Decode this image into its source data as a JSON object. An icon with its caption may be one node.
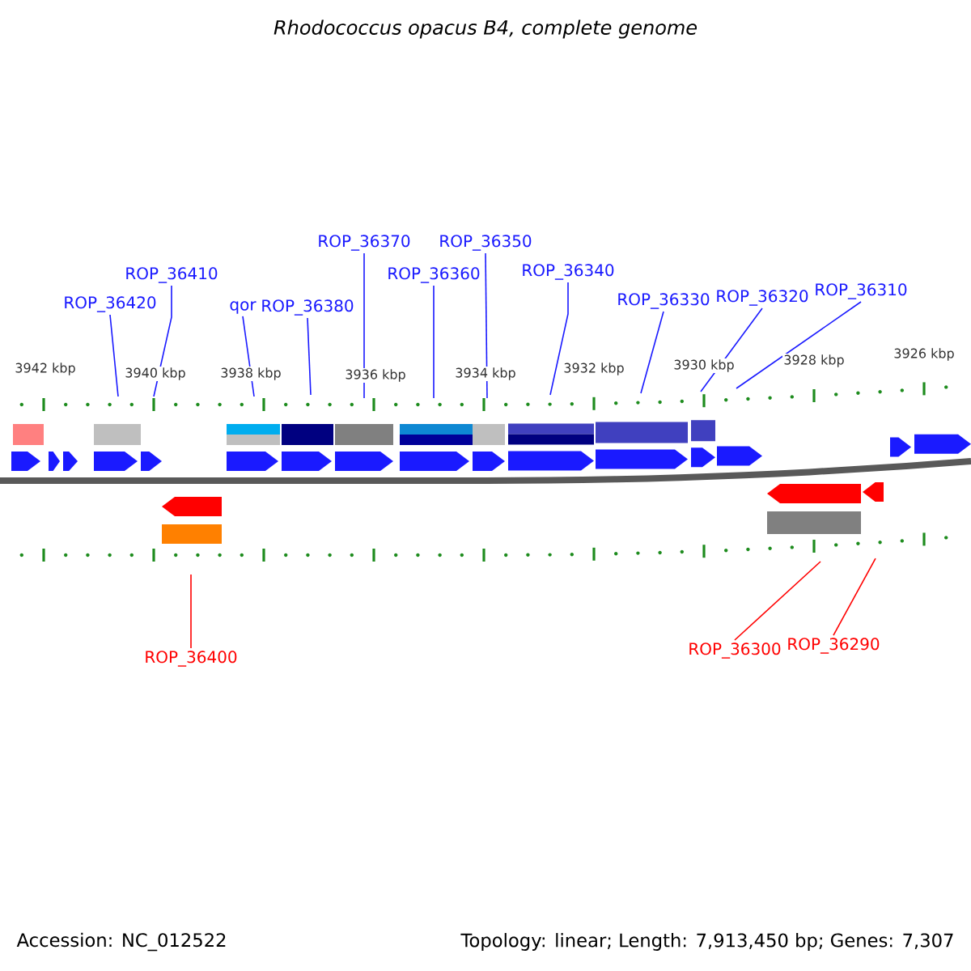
{
  "diagram": {
    "title": "Rhodococcus opacus B4, complete genome",
    "nodes": [
      {
        "text": [
          "ROP_36420"
        ]
      },
      {
        "text": [
          "ROP_36410"
        ]
      },
      {
        "text": [
          "qor"
        ]
      },
      {
        "text": [
          "ROP_36380"
        ]
      },
      {
        "text": [
          "ROP_36370"
        ]
      },
      {
        "text": [
          "ROP_36360"
        ]
      },
      {
        "text": [
          "ROP_36350"
        ]
      },
      {
        "text": [
          "ROP_36340"
        ]
      },
      {
        "text": [
          "ROP_36330"
        ]
      },
      {
        "text": [
          "ROP_36320"
        ]
      },
      {
        "text": [
          "ROP_36310"
        ]
      },
      {
        "text": [
          "ROP_36400"
        ]
      },
      {
        "text": [
          "ROP_36300"
        ]
      },
      {
        "text": [
          "ROP_36290"
        ]
      }
    ],
    "edges": [
      {
        "from": 0,
        "to": null,
        "arrow": "none"
      },
      {
        "from": 1,
        "to": null,
        "arrow": "none"
      },
      {
        "from": 2,
        "to": null,
        "arrow": "none"
      },
      {
        "from": 3,
        "to": null,
        "arrow": "none"
      },
      {
        "from": 4,
        "to": null,
        "arrow": "none"
      },
      {
        "from": 5,
        "to": null,
        "arrow": "none"
      },
      {
        "from": 6,
        "to": null,
        "arrow": "none"
      },
      {
        "from": 7,
        "to": null,
        "arrow": "none"
      },
      {
        "from": 8,
        "to": null,
        "arrow": "none"
      },
      {
        "from": 9,
        "to": null,
        "arrow": "none"
      },
      {
        "from": 10,
        "to": null,
        "arrow": "none"
      },
      {
        "from": 11,
        "to": null,
        "arrow": "none",
        "color": "#ff0000"
      },
      {
        "from": 12,
        "to": null,
        "arrow": "none",
        "color": "#ff0000"
      },
      {
        "from": 13,
        "to": null,
        "arrow": "none",
        "color": "#ff0000"
      }
    ],
    "labels": [
      "3942 kbp",
      "3940 kbp",
      "3938 kbp",
      "3936 kbp",
      "3934 kbp",
      "3932 kbp",
      "3930 kbp",
      "3928 kbp",
      "3926 kbp",
      "Accession: NC_012522",
      "Topology: linear; Length: 7,913,450 bp; Genes: 7,307"
    ]
  }
}
